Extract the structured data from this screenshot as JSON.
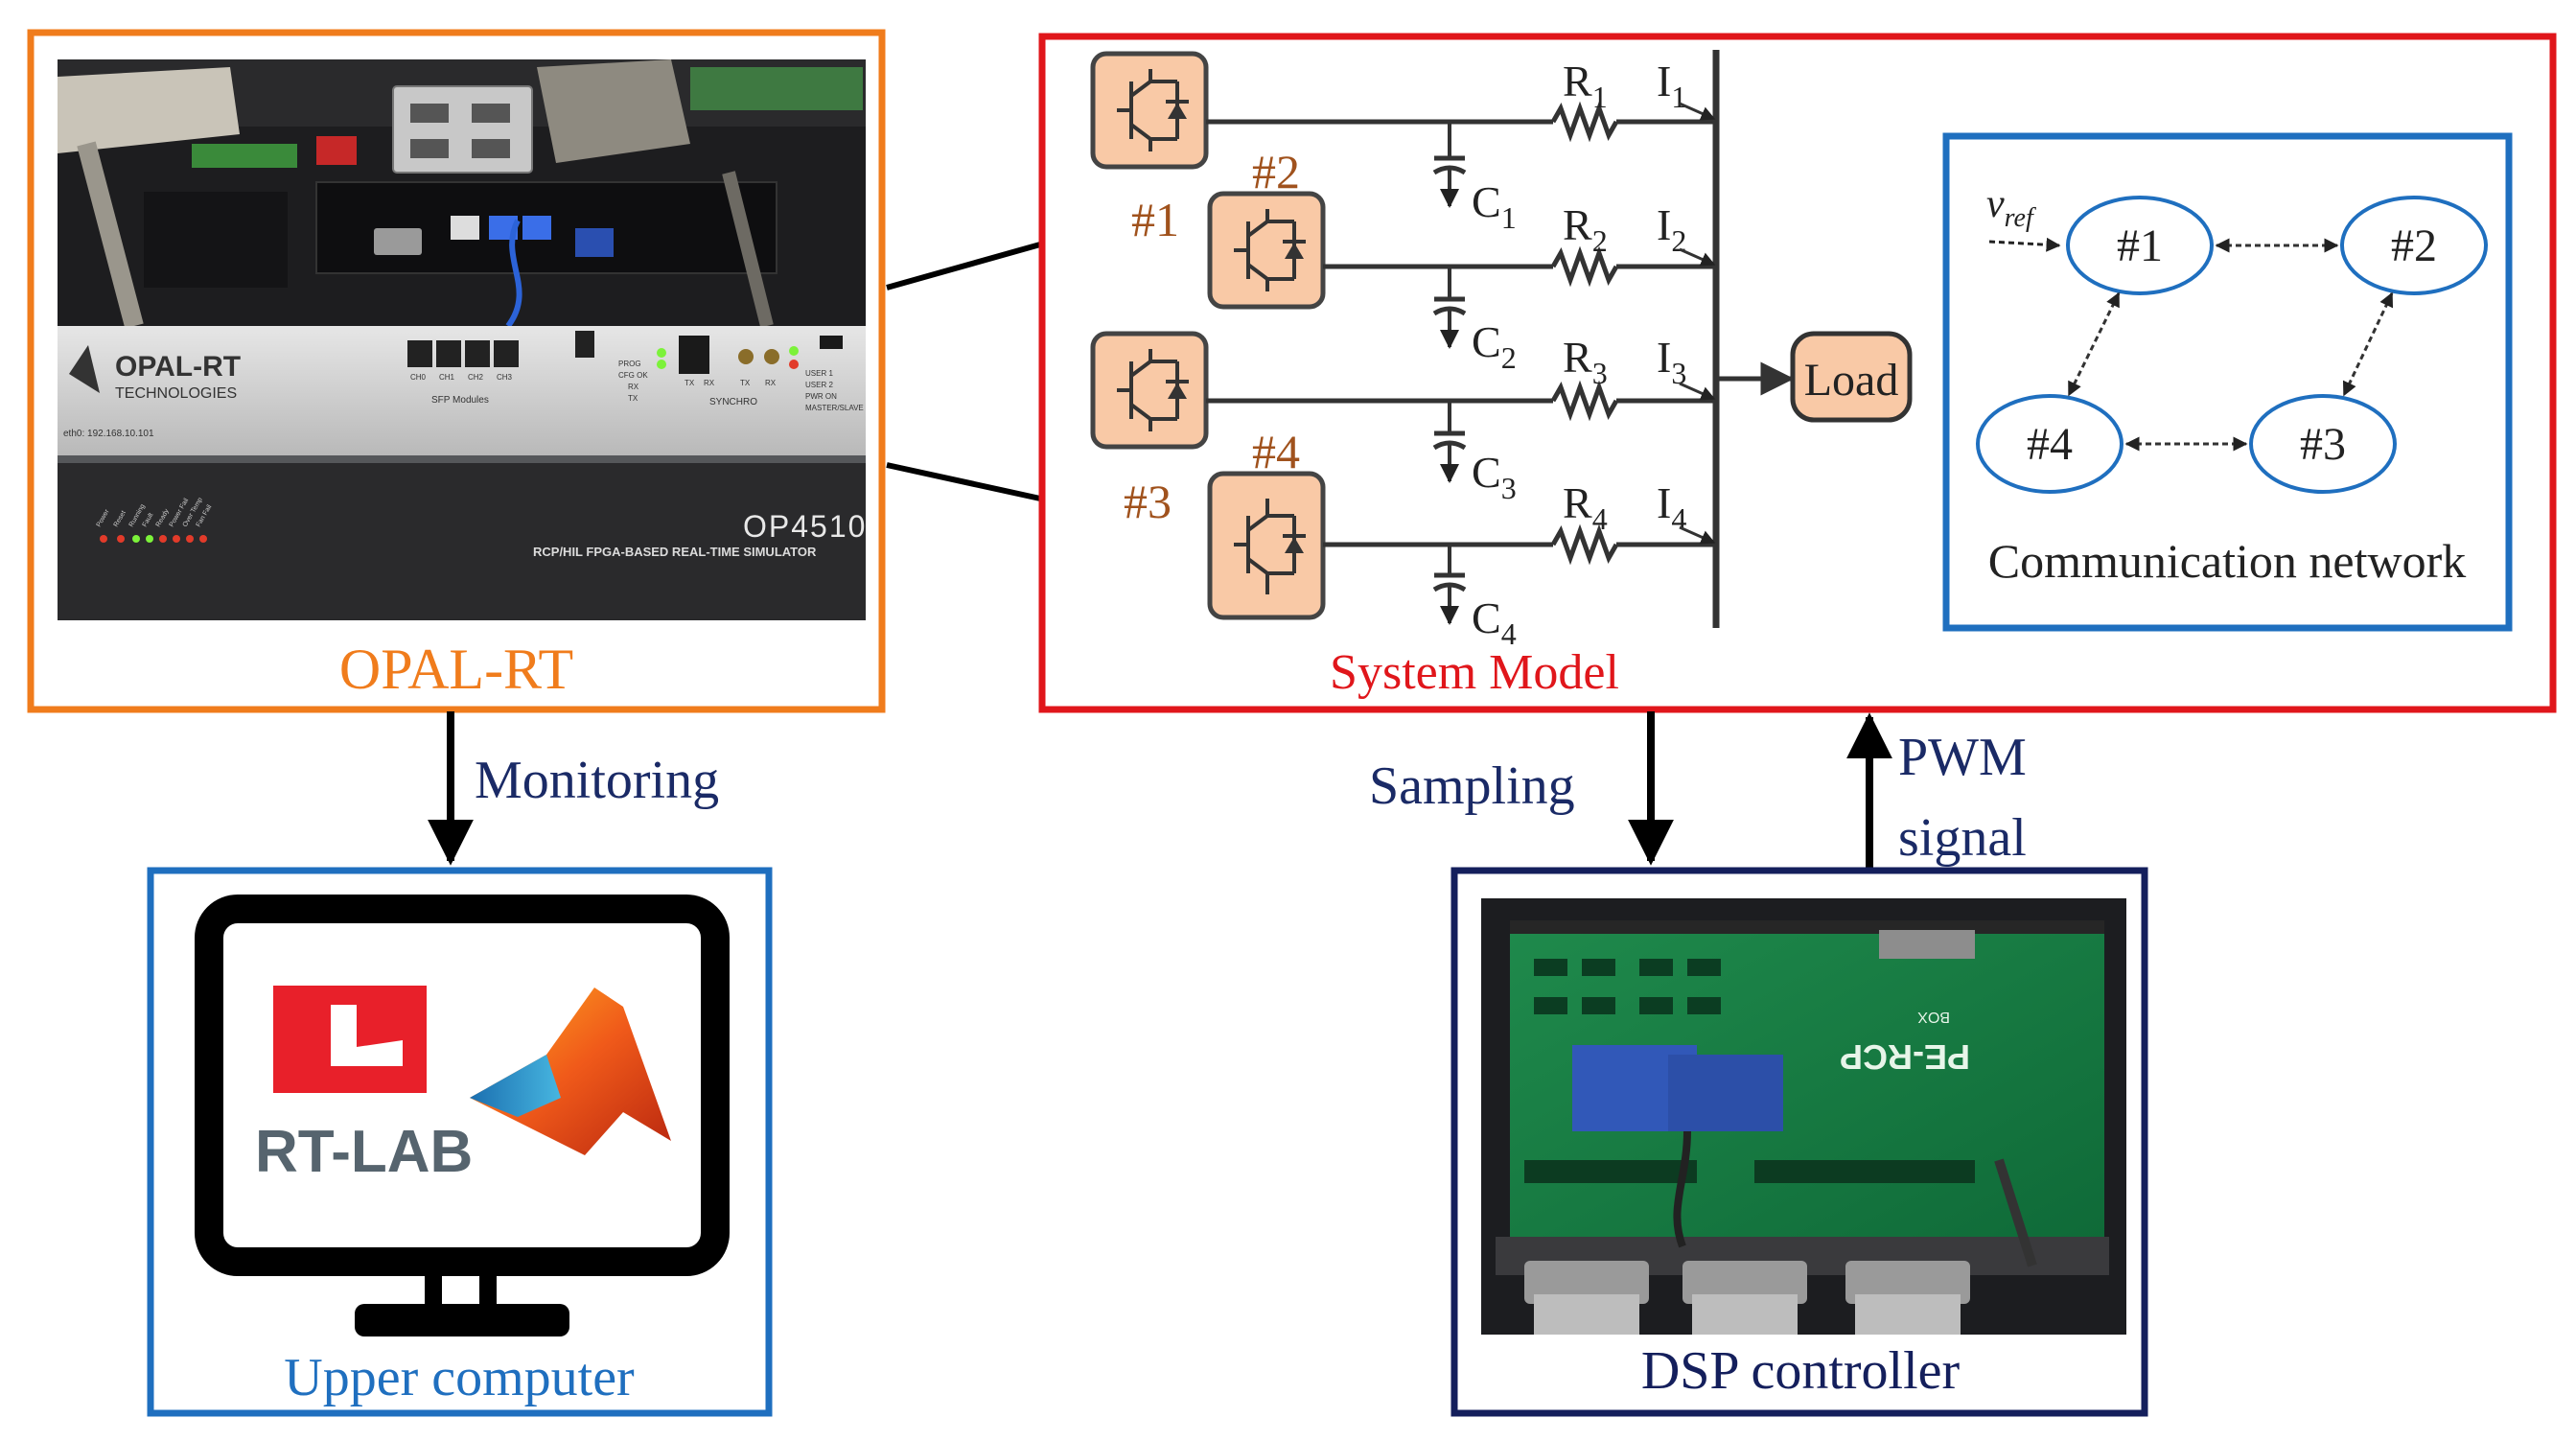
{
  "opal_rt": {
    "label": "OPAL-RT",
    "brand_line1": "OPAL-RT",
    "brand_line2": "TECHNOLOGIES",
    "model": "OP4510",
    "model_subtitle": "RCP/HIL FPGA-BASED REAL-TIME SIMULATOR",
    "sfp_label": "SFP Modules",
    "sync_label": "SYNCHRO",
    "ip_label": "eth0: 192.168.10.101",
    "indicator_labels": [
      "PROG",
      "CFG OK",
      "RX",
      "TX"
    ],
    "user_labels": [
      "USER 1",
      "USER 2",
      "PWR ON",
      "MASTER/SLAVE"
    ],
    "sfp_ports": [
      "CH0",
      "CH1",
      "CH2",
      "CH3"
    ],
    "sync_ports": [
      "TX",
      "RX",
      "TX",
      "RX"
    ],
    "front_leds": [
      "Power",
      "Reset",
      "Running",
      "Fault",
      "Ready",
      "Power Fail",
      "Over Temp",
      "Fan Fail"
    ],
    "color": "#f07c1c"
  },
  "system_model": {
    "label": "System Model",
    "color": "#e0161b",
    "converters": [
      "#1",
      "#2",
      "#3",
      "#4"
    ],
    "resistors": [
      {
        "base": "R",
        "sub": "1"
      },
      {
        "base": "R",
        "sub": "2"
      },
      {
        "base": "R",
        "sub": "3"
      },
      {
        "base": "R",
        "sub": "4"
      }
    ],
    "currents": [
      {
        "base": "I",
        "sub": "1"
      },
      {
        "base": "I",
        "sub": "2"
      },
      {
        "base": "I",
        "sub": "3"
      },
      {
        "base": "I",
        "sub": "4"
      }
    ],
    "capacitors": [
      {
        "base": "C",
        "sub": "1"
      },
      {
        "base": "C",
        "sub": "2"
      },
      {
        "base": "C",
        "sub": "3"
      },
      {
        "base": "C",
        "sub": "4"
      }
    ],
    "load_label": "Load",
    "converter_fill": "#f9c9a6",
    "converter_label_color": "#a0521d"
  },
  "communication_network": {
    "label": "Communication network",
    "color": "#1f6fbf",
    "ref_base": "v",
    "ref_sub": "ref",
    "nodes": [
      "#1",
      "#2",
      "#3",
      "#4"
    ]
  },
  "upper_computer": {
    "label": "Upper computer",
    "color": "#1f6fbf",
    "software": "RT-LAB",
    "logo_color": "#e8202a"
  },
  "dsp_controller": {
    "label": "DSP controller",
    "color": "#141f5c",
    "board_label": "PE-RCP",
    "board_sub": "BOX"
  },
  "arrows": {
    "monitoring": "Monitoring",
    "sampling": "Sampling",
    "pwm_line1": "PWM",
    "pwm_line2": "signal",
    "color": "#1a2a66"
  }
}
